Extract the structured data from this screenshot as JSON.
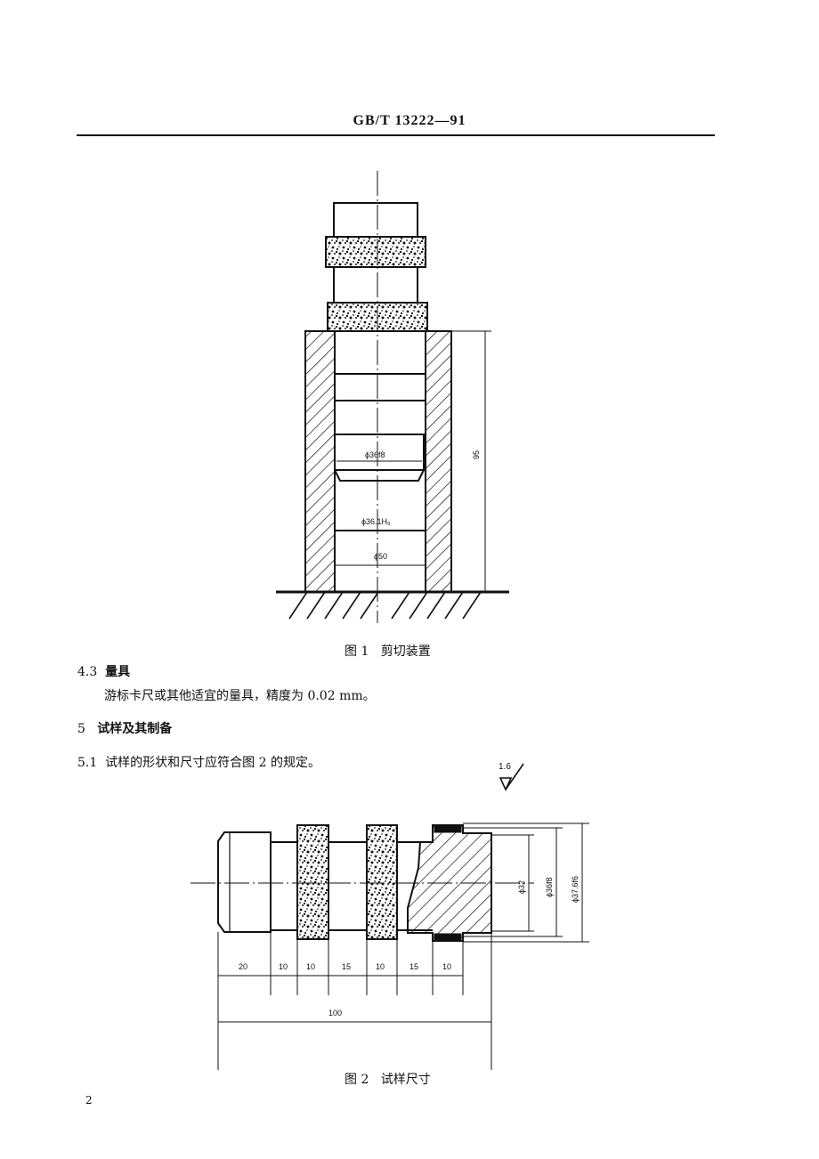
{
  "header": {
    "standard_code": "GB/T 13222—91"
  },
  "figure1": {
    "caption_num": "图 1",
    "caption_text": "剪切装置",
    "labels": {
      "inner_diam": "ϕ36f8",
      "bore_diam": "ϕ36.1H₉",
      "outer_diam": "ϕ50",
      "height": "95"
    }
  },
  "section_4_3": {
    "number": "4.3",
    "title": "量具",
    "body": "游标卡尺或其他适宜的量具，精度为 0.02 mm。"
  },
  "section_5": {
    "number": "5",
    "title": "试样及其制备"
  },
  "section_5_1": {
    "number": "5.1",
    "body": "试样的形状和尺寸应符合图 2 的规定。"
  },
  "roughness": {
    "value": "1.6"
  },
  "figure2": {
    "caption_num": "图 2",
    "caption_text": "试样尺寸",
    "labels": {
      "d32": "ϕ32",
      "d36": "ϕ36f8",
      "d37": "ϕ37.6f6",
      "seg": [
        "20",
        "10",
        "10",
        "15",
        "10",
        "15",
        "10"
      ],
      "total": "100"
    }
  },
  "page_number": "2"
}
